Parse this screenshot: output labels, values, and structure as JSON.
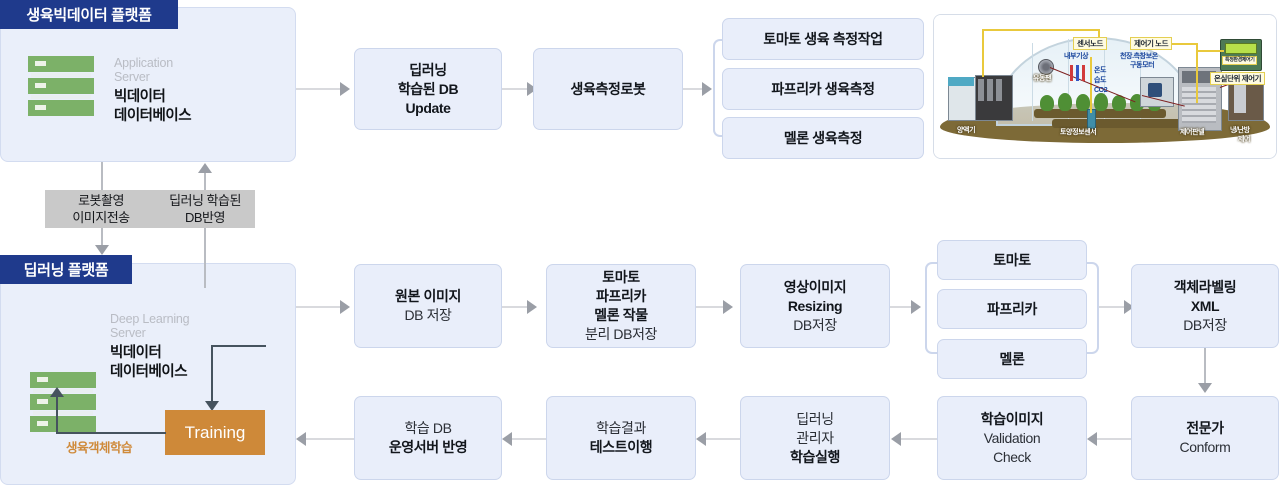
{
  "platforms": [
    {
      "header": "생육빅데이터 플랫폼",
      "server_sub": "Application\nServer",
      "server_sub_line1": "Application",
      "server_sub_line2": "Server",
      "server_title_line1": "빅데이터",
      "server_title_line2": "데이터베이스",
      "icon": "server-rack-icon"
    },
    {
      "header": "딥러닝 플랫폼",
      "server_sub_line1": "Deep Learning",
      "server_sub_line2": "Server",
      "server_title_line1": "빅데이터",
      "server_title_line2": "데이터베이스",
      "icon": "server-rack-icon",
      "training_label": "Training",
      "learning_label": "생육객체학습"
    }
  ],
  "flow_labels": [
    {
      "line1": "로봇촬영",
      "line2": "이미지전송"
    },
    {
      "line1": "딥러닝 학습된",
      "line2": "DB반영"
    }
  ],
  "row_top": [
    {
      "lines": [
        {
          "text": "딥러닝",
          "bold": true
        },
        {
          "text": "학습된 DB",
          "bold": true
        },
        {
          "text": "Update",
          "bold": true
        }
      ]
    },
    {
      "lines": [
        {
          "text": "생육측정로봇",
          "bold": true
        }
      ]
    }
  ],
  "measure_branches": [
    {
      "text": "토마토 생육 측정작업"
    },
    {
      "text": "파프리카 생육측정"
    },
    {
      "text": "멜론 생육측정"
    }
  ],
  "row_mid": [
    {
      "lines": [
        {
          "text": "원본 이미지",
          "bold": true
        },
        {
          "text": "DB 저장",
          "bold": false
        }
      ]
    },
    {
      "lines": [
        {
          "text": "토마토",
          "bold": true
        },
        {
          "text": "파프리카",
          "bold": true
        },
        {
          "text": "멜론 작물",
          "bold": true,
          "mixed": true
        },
        {
          "text": "분리 DB저장",
          "bold": false
        }
      ]
    },
    {
      "lines": [
        {
          "text": "영상이미지",
          "bold": true
        },
        {
          "text": "Resizing",
          "bold": true
        },
        {
          "text": "DB저장",
          "bold": false
        }
      ]
    }
  ],
  "crop_branches": [
    {
      "text": "토마토"
    },
    {
      "text": "파프리카"
    },
    {
      "text": "멜론"
    }
  ],
  "row_mid_tail": {
    "lines": [
      {
        "text": "객체라벨링",
        "bold": true
      },
      {
        "text": "XML",
        "bold": true
      },
      {
        "text": "DB저장",
        "bold": false
      }
    ]
  },
  "row_bottom": [
    {
      "lines": [
        {
          "text": "학습 DB",
          "bold": false
        },
        {
          "text": "운영서버 반영",
          "bold": true
        }
      ]
    },
    {
      "lines": [
        {
          "text": "학습결과",
          "bold": false
        },
        {
          "text": "테스트이행",
          "bold": true
        }
      ]
    },
    {
      "lines": [
        {
          "text": "딥러닝",
          "bold": false
        },
        {
          "text": "관리자",
          "bold": false
        },
        {
          "text": "학습실행",
          "bold": true
        }
      ]
    },
    {
      "lines": [
        {
          "text": "학습이미지",
          "bold": true
        },
        {
          "text": "Validation",
          "bold": false
        },
        {
          "text": "Check",
          "bold": false
        }
      ]
    },
    {
      "lines": [
        {
          "text": "전문가",
          "bold": true
        },
        {
          "text": "Conform",
          "bold": false
        }
      ]
    }
  ],
  "greenhouse": {
    "title_labels": [
      {
        "text": "센서노드"
      },
      {
        "text": "제어기 노드"
      },
      {
        "text": "온실단위 제어기"
      },
      {
        "text": "특정환경제어기"
      }
    ],
    "blue_labels": [
      {
        "text": "내부기상"
      },
      {
        "text": "천장.측창보온"
      },
      {
        "text": "구동모터"
      },
      {
        "text": "온도"
      },
      {
        "text": "습도"
      },
      {
        "text": "CO2"
      }
    ],
    "white_labels": [
      {
        "text": "유동팬"
      },
      {
        "text": "양액기"
      },
      {
        "text": "토양정보센서"
      },
      {
        "text": "제어판넬"
      },
      {
        "text": "냉/난방"
      },
      {
        "text": "제어"
      }
    ]
  },
  "colors": {
    "panel_bg": "#eaeffa",
    "panel_header": "#1f3a8c",
    "box_bg": "#e9eefa",
    "box_border": "#ccd6ec",
    "training": "#ce8939",
    "flow_label": "#c9c9c9",
    "server_green": "#7cb168",
    "arrow": "#9a9ea6"
  }
}
